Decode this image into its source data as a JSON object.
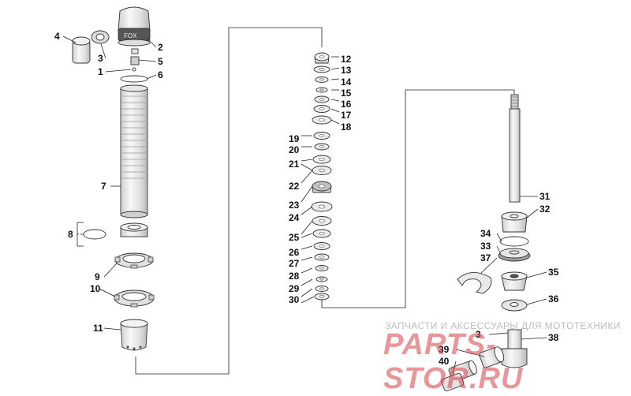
{
  "diagram": {
    "part_labels": [
      "4",
      "2",
      "3",
      "5",
      "1",
      "6",
      "7",
      "8",
      "9",
      "10",
      "11",
      "12",
      "13",
      "14",
      "15",
      "16",
      "17",
      "18",
      "19",
      "20",
      "21",
      "22",
      "23",
      "24",
      "25",
      "26",
      "27",
      "28",
      "29",
      "30",
      "31",
      "32",
      "34",
      "33",
      "37",
      "35",
      "36",
      "3",
      "38",
      "39",
      "40"
    ]
  },
  "watermark": {
    "caption": "ЗАПЧАСТИ И АКСЕССУАРЫ ДЛЯ МОТОТЕХНИКИ",
    "logo": "PARTS-STOR.RU"
  },
  "colors": {
    "part_fill": "#eeeeee",
    "part_stroke": "#333333",
    "watermark_red": "#d64046",
    "watermark_grey": "#bdbdbd"
  }
}
